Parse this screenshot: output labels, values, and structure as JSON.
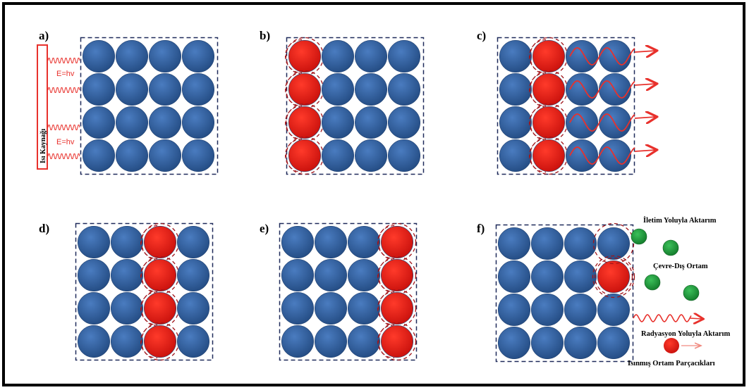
{
  "panels": {
    "a": {
      "label": "a)"
    },
    "b": {
      "label": "b)"
    },
    "c": {
      "label": "c)"
    },
    "d": {
      "label": "d)"
    },
    "e": {
      "label": "e)"
    },
    "f": {
      "label": "f)"
    }
  },
  "heat_source": {
    "label": "Isı Kaynağı",
    "energy_label_1": "E=hv",
    "energy_label_2": "E=hv"
  },
  "annotations": {
    "conduction": "İletim Yoluyla Aktarım",
    "environment": "Çevre-Dış Ortam",
    "radiation": "Radyasyon Yoluyla Aktarım",
    "heated_particles": "Isınmış Ortam Parçacıkları"
  },
  "colors": {
    "particle_blue": "#2f5f9e",
    "particle_red": "#e8120f",
    "environment_green": "#1a9a3a",
    "dash": "#1f2a5a",
    "heat_red": "#e8312c"
  }
}
